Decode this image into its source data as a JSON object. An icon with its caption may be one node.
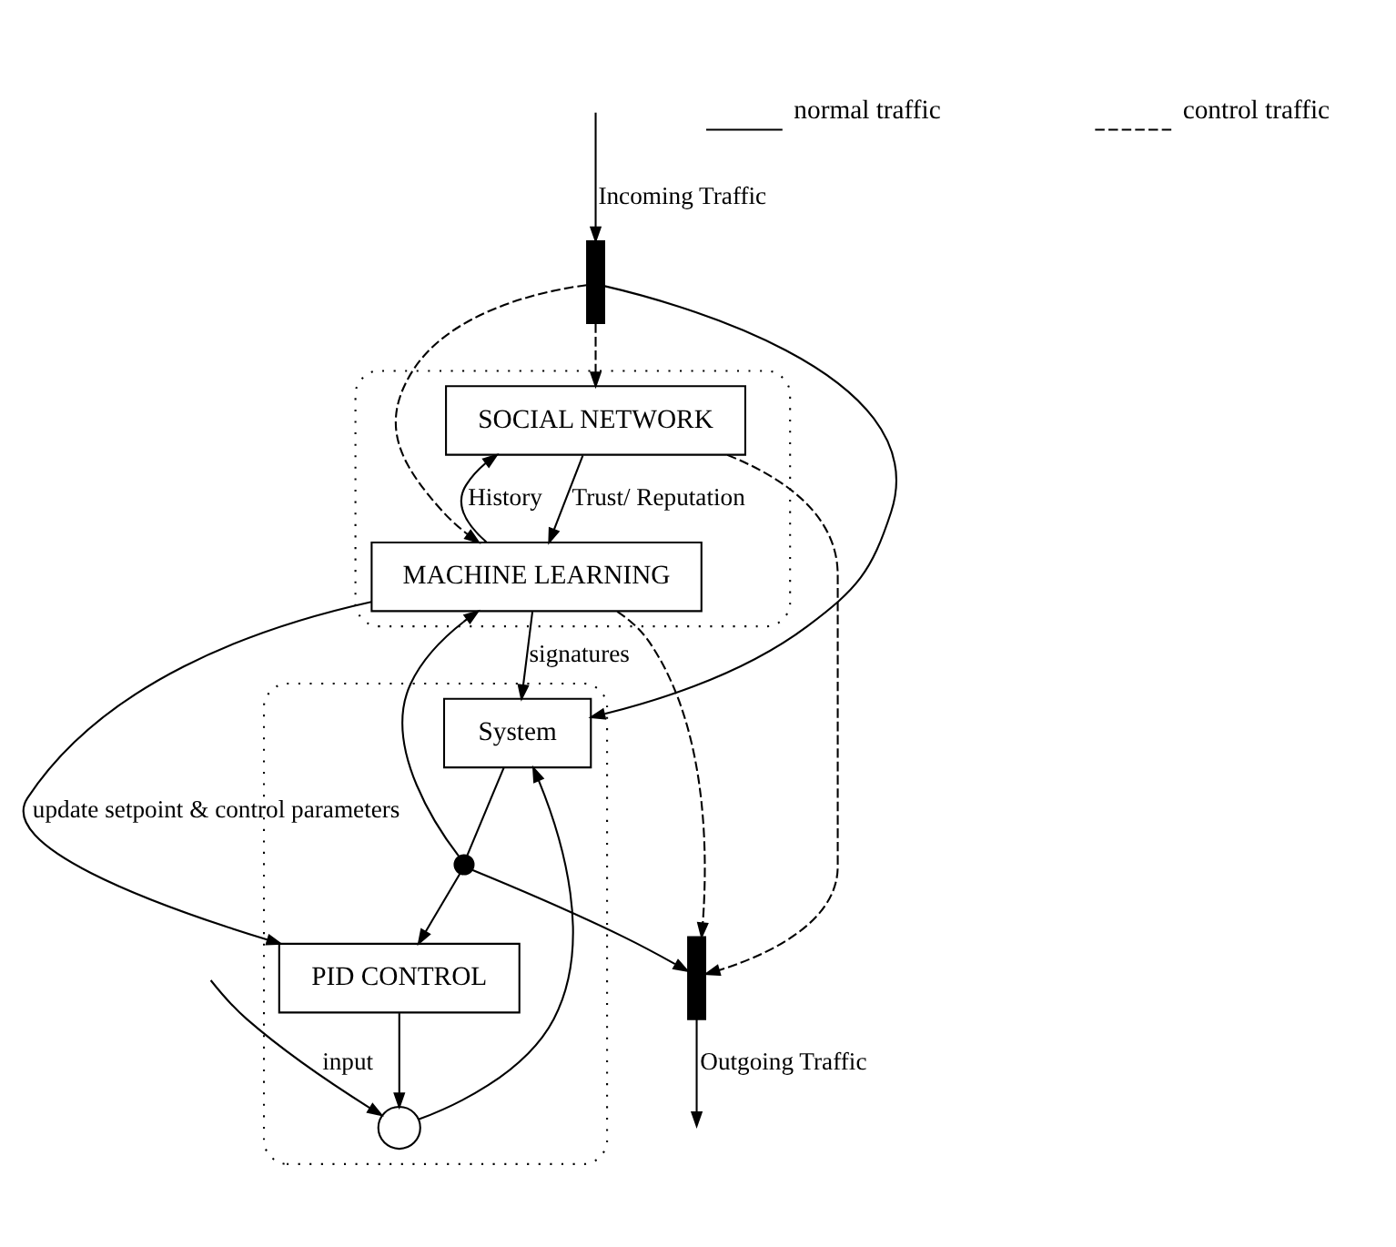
{
  "diagram": {
    "nodes": [
      {
        "text": [],
        "shape": "box"
      },
      {
        "text": [
          "SOCIAL NETWORK"
        ],
        "in": 0
      },
      {
        "text": [
          "MACHINE LEARNING"
        ],
        "in": 0
      },
      {
        "text": [],
        "shape": "bar"
      },
      {
        "text": [],
        "shape": "box"
      },
      {
        "text": [],
        "shape": "circle",
        "in": 4
      },
      {
        "text": [
          "System"
        ],
        "in": 4
      },
      {
        "text": [],
        "shape": "circle",
        "in": 4
      },
      {
        "text": [
          "PID CONTROL"
        ],
        "in": 4
      },
      {
        "text": [],
        "shape": "bar"
      }
    ],
    "edges": [
      {
        "from": 1,
        "to": 2,
        "arrow": "to",
        "label": "Trust/ Reputation"
      },
      {
        "from": 2,
        "to": 1,
        "arrow": "to",
        "label": "History"
      },
      {
        "from": 3,
        "to": 1,
        "arrow": "to",
        "style": "dashed"
      },
      {
        "from": 3,
        "to": 2,
        "arrow": "to",
        "style": "dashed"
      },
      {
        "from": 1,
        "to": 9,
        "arrow": "to",
        "style": "dashed"
      },
      {
        "from": 2,
        "to": 9,
        "arrow": "to",
        "style": "dashed"
      },
      {
        "from": null,
        "to": 3,
        "arrow": "to",
        "label": "Incoming Traffic"
      },
      {
        "from": 3,
        "to": 6,
        "arrow": "to"
      },
      {
        "from": 2,
        "to": 6,
        "arrow": "to",
        "label": "signatures"
      },
      {
        "from": 2,
        "to": 8,
        "arrow": "to",
        "label": "update setpoint & control parameters"
      },
      {
        "from": null,
        "to": 5,
        "arrow": "to",
        "label": "input"
      },
      {
        "from": 5,
        "to": 6,
        "arrow": "to"
      },
      {
        "from": 6,
        "to": 7,
        "arrow": "none"
      },
      {
        "from": 7,
        "to": 9,
        "arrow": "to"
      },
      {
        "from": 7,
        "to": 2,
        "arrow": "to"
      },
      {
        "from": 7,
        "to": 8,
        "arrow": "to"
      },
      {
        "from": 8,
        "to": 5,
        "arrow": "to"
      },
      {
        "from": 9,
        "to": null,
        "arrow": "to",
        "label": "Outgoing Traffic"
      }
    ],
    "legend": [
      {
        "text": "normal traffic"
      },
      {
        "text": "control traffic"
      }
    ]
  }
}
